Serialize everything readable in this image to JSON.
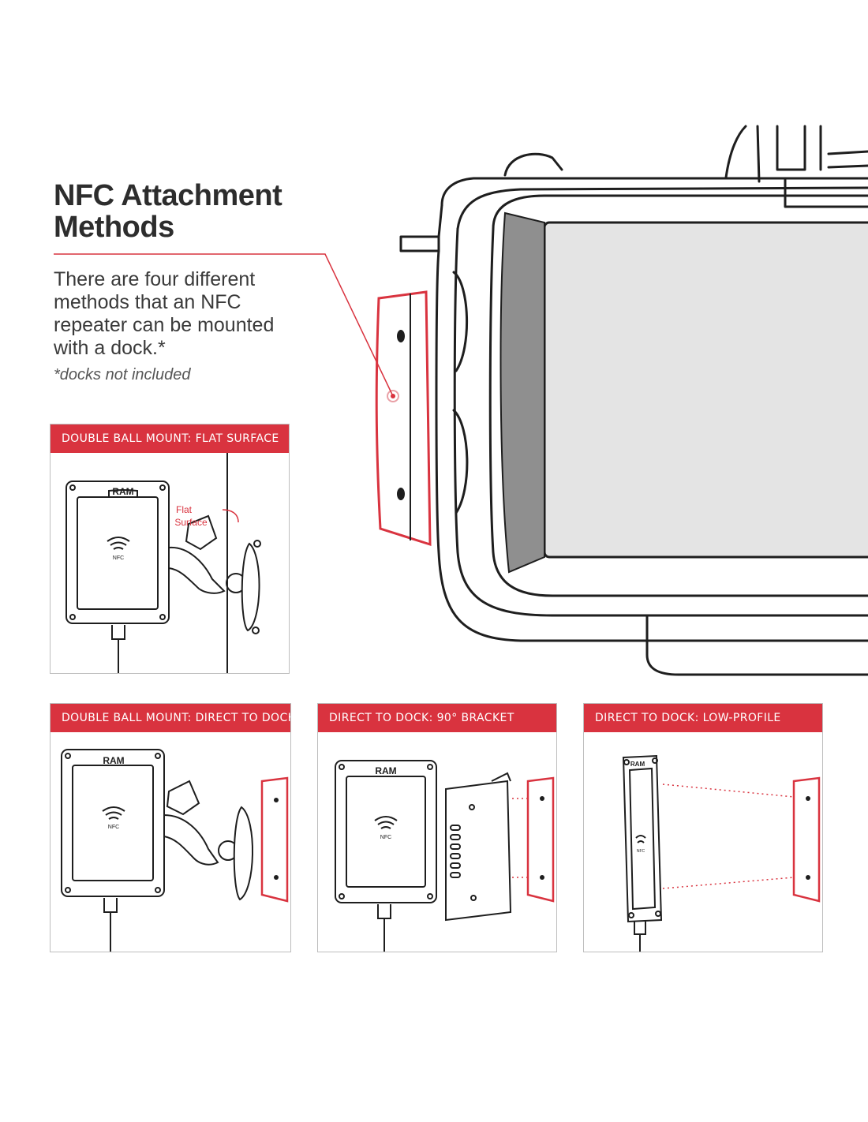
{
  "title_lines": [
    "NFC Attachment",
    "Methods"
  ],
  "intro_text": "There are four different methods that an NFC repeater can be mounted with a dock.*",
  "footnote": "*docks not included",
  "accent_color": "#d9333f",
  "panels": [
    {
      "header": "DOUBLE BALL MOUNT: FLAT SURFACE",
      "annotation_line1": "Flat",
      "annotation_line2": "Surface"
    },
    {
      "header": "DOUBLE BALL MOUNT: DIRECT TO DOCK"
    },
    {
      "header": "DIRECT TO DOCK: 90° BRACKET"
    },
    {
      "header": "DIRECT TO DOCK: LOW-PROFILE"
    }
  ],
  "device_brand": "RAM",
  "device_label": "NFC"
}
